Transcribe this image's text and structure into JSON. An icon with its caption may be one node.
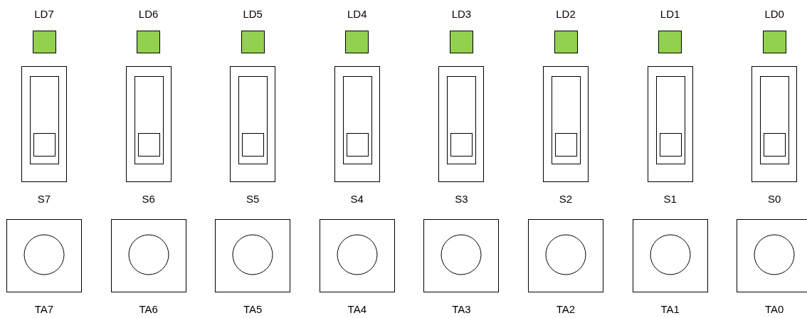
{
  "diagram": {
    "nodes": [
      {
        "text": [
          "LD7"
        ]
      },
      {
        "text": [
          "LD6"
        ]
      },
      {
        "text": [
          "LD5"
        ]
      },
      {
        "text": [
          "LD4"
        ]
      },
      {
        "text": [
          "LD3"
        ]
      },
      {
        "text": [
          "LD2"
        ]
      },
      {
        "text": [
          "LD1"
        ]
      },
      {
        "text": [
          "LD0"
        ]
      },
      {
        "text": [
          "S7"
        ]
      },
      {
        "text": [
          "S6"
        ]
      },
      {
        "text": [
          "S5"
        ]
      },
      {
        "text": [
          "S4"
        ]
      },
      {
        "text": [
          "S3"
        ]
      },
      {
        "text": [
          "S2"
        ]
      },
      {
        "text": [
          "S1"
        ]
      },
      {
        "text": [
          "S0"
        ]
      },
      {
        "text": [
          "TA7"
        ]
      },
      {
        "text": [
          "TA6"
        ]
      },
      {
        "text": [
          "TA5"
        ]
      },
      {
        "text": [
          "TA4"
        ]
      },
      {
        "text": [
          "TA3"
        ]
      },
      {
        "text": [
          "TA2"
        ]
      },
      {
        "text": [
          "TA1"
        ]
      },
      {
        "text": [
          "TA0"
        ]
      }
    ]
  }
}
